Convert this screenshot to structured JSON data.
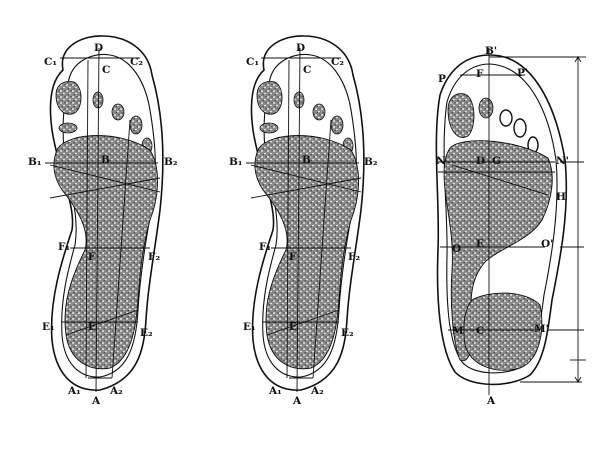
{
  "figures": [
    {
      "id": "sole-1",
      "labels": {
        "D": "D",
        "C1": "C₁",
        "C": "C",
        "C2": "C₂",
        "B1": "B₁",
        "B": "B",
        "B2": "B₂",
        "F1": "F₁",
        "F": "F",
        "F2": "F₂",
        "E1": "E₁",
        "E": "E",
        "E2": "E₂",
        "A1": "A₁",
        "A": "A",
        "A2": "A₂"
      }
    },
    {
      "id": "sole-2",
      "labels": {
        "D": "D",
        "C1": "C₁",
        "C": "C",
        "C2": "C₂",
        "B1": "B₁",
        "B": "B",
        "B2": "B₂",
        "F1": "F₁",
        "F": "F",
        "F2": "F₂",
        "E1": "E₁",
        "E": "E",
        "E2": "E₂",
        "A1": "A₁",
        "A": "A",
        "A2": "A₂"
      }
    },
    {
      "id": "sole-3",
      "labels": {
        "Btop": "B'",
        "P": "P",
        "F": "F",
        "P2": "P'",
        "N": "N",
        "D": "D",
        "G": "G",
        "N2": "N'",
        "H": "H",
        "O": "O",
        "E": "E",
        "O2": "O'",
        "M": "M",
        "C": "C",
        "M2": "M'",
        "A": "A"
      }
    }
  ]
}
